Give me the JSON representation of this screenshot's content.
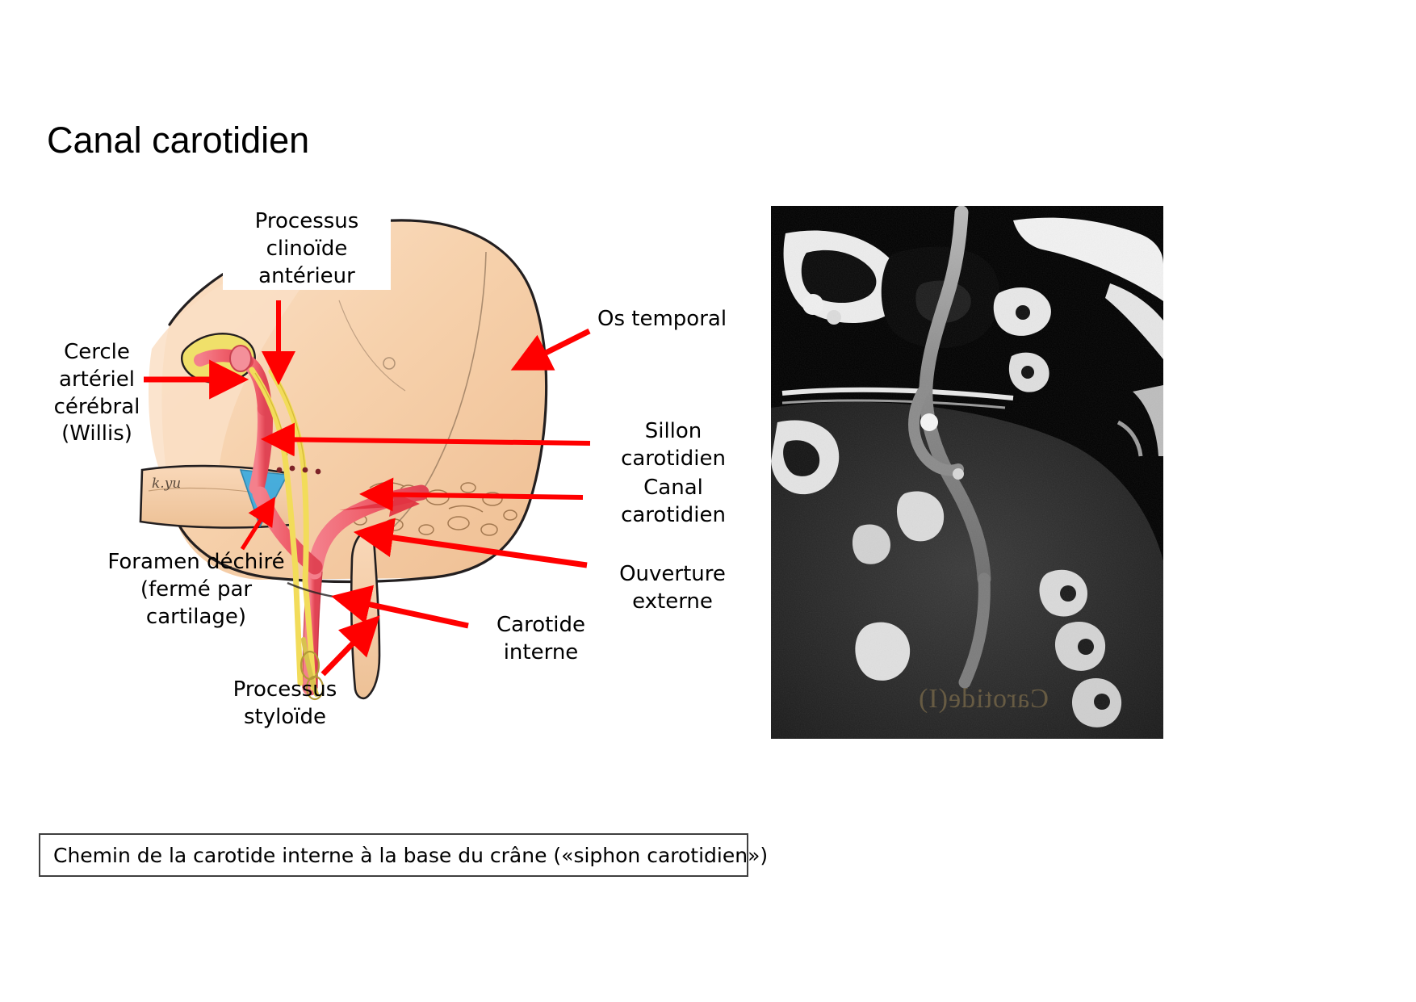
{
  "slide": {
    "title": "Canal carotidien",
    "background_color": "#ffffff",
    "arrow_color": "#ff0000"
  },
  "illustration": {
    "name": "skull-base-carotid-canal-watercolor",
    "alt": "Coupe aquarellée de la base du crâne montrant le trajet de la carotide interne",
    "bone_color": "#f6cfa8",
    "bone_shadow_color": "#e8b98c",
    "artery_color": "#ef5f6b",
    "nerve_color": "#f2dc5a",
    "cartilage_color": "#35a9e0",
    "outline_color": "#231f20",
    "signature": "kyu"
  },
  "labels": [
    {
      "id": "processus-clinoide-anterieur",
      "text": "Processus\nclinoïde\nantérieur"
    },
    {
      "id": "cercle-arteriel-cerebral",
      "text": "Cercle\nartériel\ncérébral\n(Willis)"
    },
    {
      "id": "os-temporal",
      "text": "Os temporal"
    },
    {
      "id": "sillon-carotidien",
      "text": "Sillon\ncarotidien"
    },
    {
      "id": "canal-carotidien",
      "text": "Canal\ncarotidien"
    },
    {
      "id": "ouverture-externe",
      "text": "Ouverture\nexterne"
    },
    {
      "id": "carotide-interne",
      "text": "Carotide\ninterne"
    },
    {
      "id": "foramen-dechire",
      "text": "Foramen déchiré\n(fermé par\ncartilage)"
    },
    {
      "id": "processus-styloide",
      "text": "Processus\nstyloïde"
    }
  ],
  "ct_scan": {
    "name": "ct-angiography-carotid-siphon",
    "alt": "Angioscanner sagittal de la base du crâne montrant le siphon carotidien",
    "watermark": "Carotide(I)",
    "background_color": "#000000"
  },
  "caption": {
    "text": "Chemin de la carotide interne à la base du crâne («siphon carotidien»)"
  }
}
